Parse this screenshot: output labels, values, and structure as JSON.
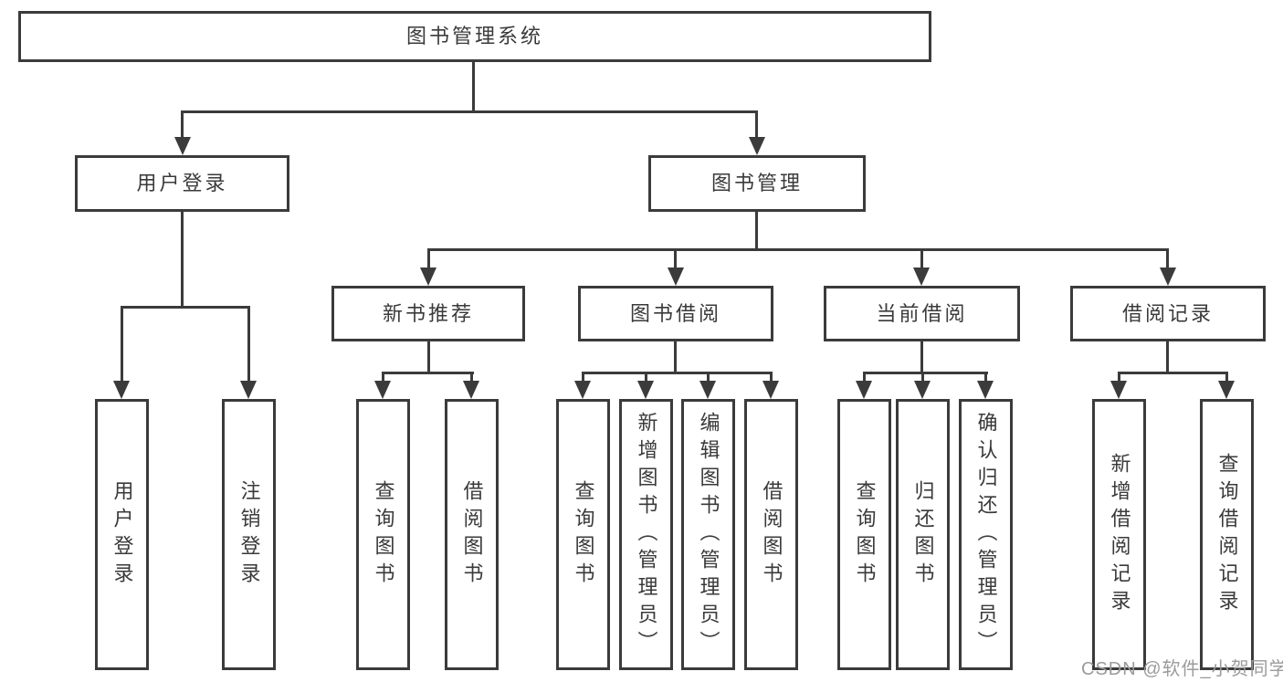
{
  "tree": {
    "label": "图书管理系统",
    "children": [
      {
        "label": "用户登录",
        "children": [
          {
            "label": "用户登录"
          },
          {
            "label": "注销登录"
          }
        ]
      },
      {
        "label": "图书管理",
        "children": [
          {
            "label": "新书推荐",
            "children": [
              {
                "label": "查询图书"
              },
              {
                "label": "借阅图书"
              }
            ]
          },
          {
            "label": "图书借阅",
            "children": [
              {
                "label": "查询图书"
              },
              {
                "label": "新增图书（管理员）"
              },
              {
                "label": "编辑图书（管理员）"
              },
              {
                "label": "借阅图书"
              }
            ]
          },
          {
            "label": "当前借阅",
            "children": [
              {
                "label": "查询图书"
              },
              {
                "label": "归还图书"
              },
              {
                "label": "确认归还（管理员）"
              }
            ]
          },
          {
            "label": "借阅记录",
            "children": [
              {
                "label": "新增借阅记录"
              },
              {
                "label": "查询借阅记录"
              }
            ]
          }
        ]
      }
    ]
  },
  "watermark": {
    "text": "CSDN @软件_小贺同学"
  },
  "colors": {
    "line": "#3b3b3b",
    "box_border": "#3b3b3b",
    "text": "#3a3a3a",
    "watermark": "#9b9b9b",
    "background": "#ffffff"
  }
}
